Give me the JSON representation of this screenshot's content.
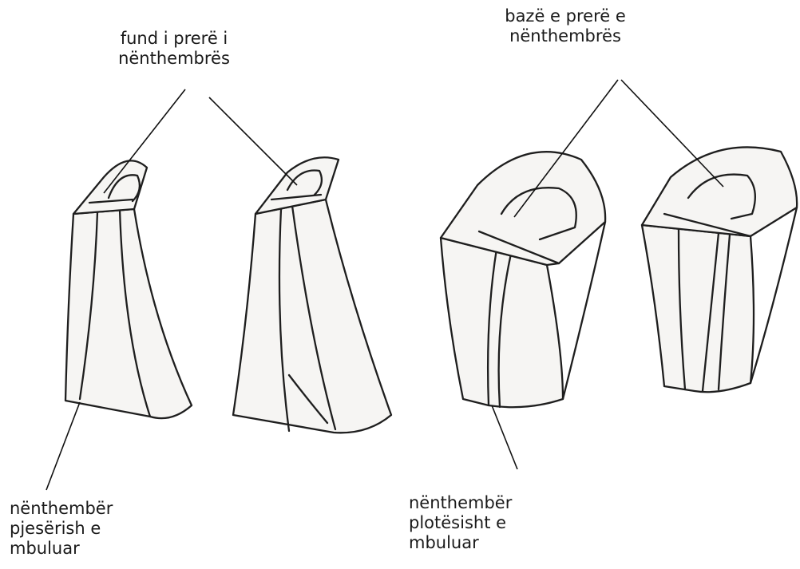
{
  "labels": {
    "top_left": {
      "line1": "fund i prerë i",
      "line2": "nënthembrës"
    },
    "top_right": {
      "line1": "bazë e prerë e",
      "line2": "nënthembrës"
    },
    "bottom_left": {
      "line1": "nënthembër",
      "line2": "pjesërish e",
      "line3": "mbuluar"
    },
    "bottom_right": {
      "line1": "nënthembër",
      "line2": "plotësisht e",
      "line3": "mbuluar"
    }
  }
}
